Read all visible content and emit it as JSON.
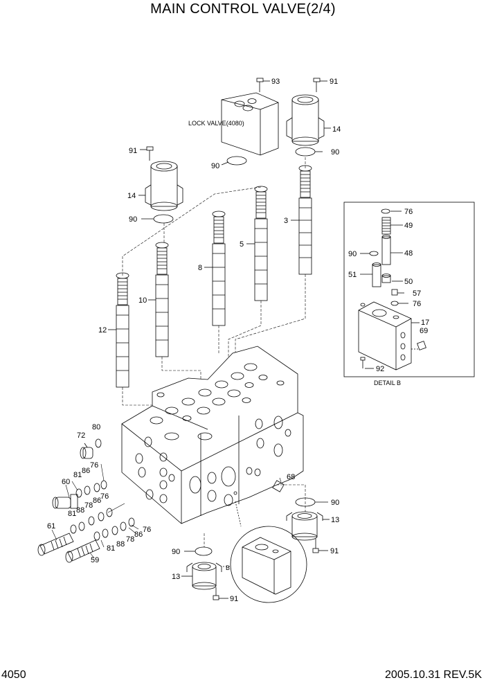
{
  "title": "MAIN CONTROL VALVE(2/4)",
  "page_number": "4050",
  "date_revision": "2005.10.31  REV.5K",
  "captions": {
    "lock_valve": "LOCK VALVE(4080)",
    "detail_b": "DETAIL B",
    "b_marker": "B"
  },
  "part_labels": {
    "p93": "93",
    "p91_top": "91",
    "p14_right": "14",
    "p90_lock": "90",
    "p90_right": "90",
    "p91_left": "91",
    "p14_left": "14",
    "p90_left": "90",
    "p3": "3",
    "p5": "5",
    "p8": "8",
    "p10": "10",
    "p12": "12",
    "p76_top": "76",
    "p49": "49",
    "p90_detail": "90",
    "p48": "48",
    "p51": "51",
    "p50": "50",
    "p57": "57",
    "p76_mid": "76",
    "p17": "17",
    "p69": "69",
    "p92": "92",
    "p80": "80",
    "p72": "72",
    "p81_a": "81",
    "p86_a": "86",
    "p76_a": "76",
    "p60": "60",
    "p76_b": "76",
    "p86_b": "86",
    "p78_a": "78",
    "p81_b": "81",
    "p88_a": "88",
    "p61": "61",
    "p76_c": "76",
    "p86_c": "86",
    "p78_b": "78",
    "p88_b": "88",
    "p81_c": "81",
    "p59": "59",
    "p68": "68",
    "p90_br": "90",
    "p13_right": "13",
    "p91_br": "91",
    "p90_bottom": "90",
    "p13_bottom": "13",
    "p91_bottom": "91"
  }
}
